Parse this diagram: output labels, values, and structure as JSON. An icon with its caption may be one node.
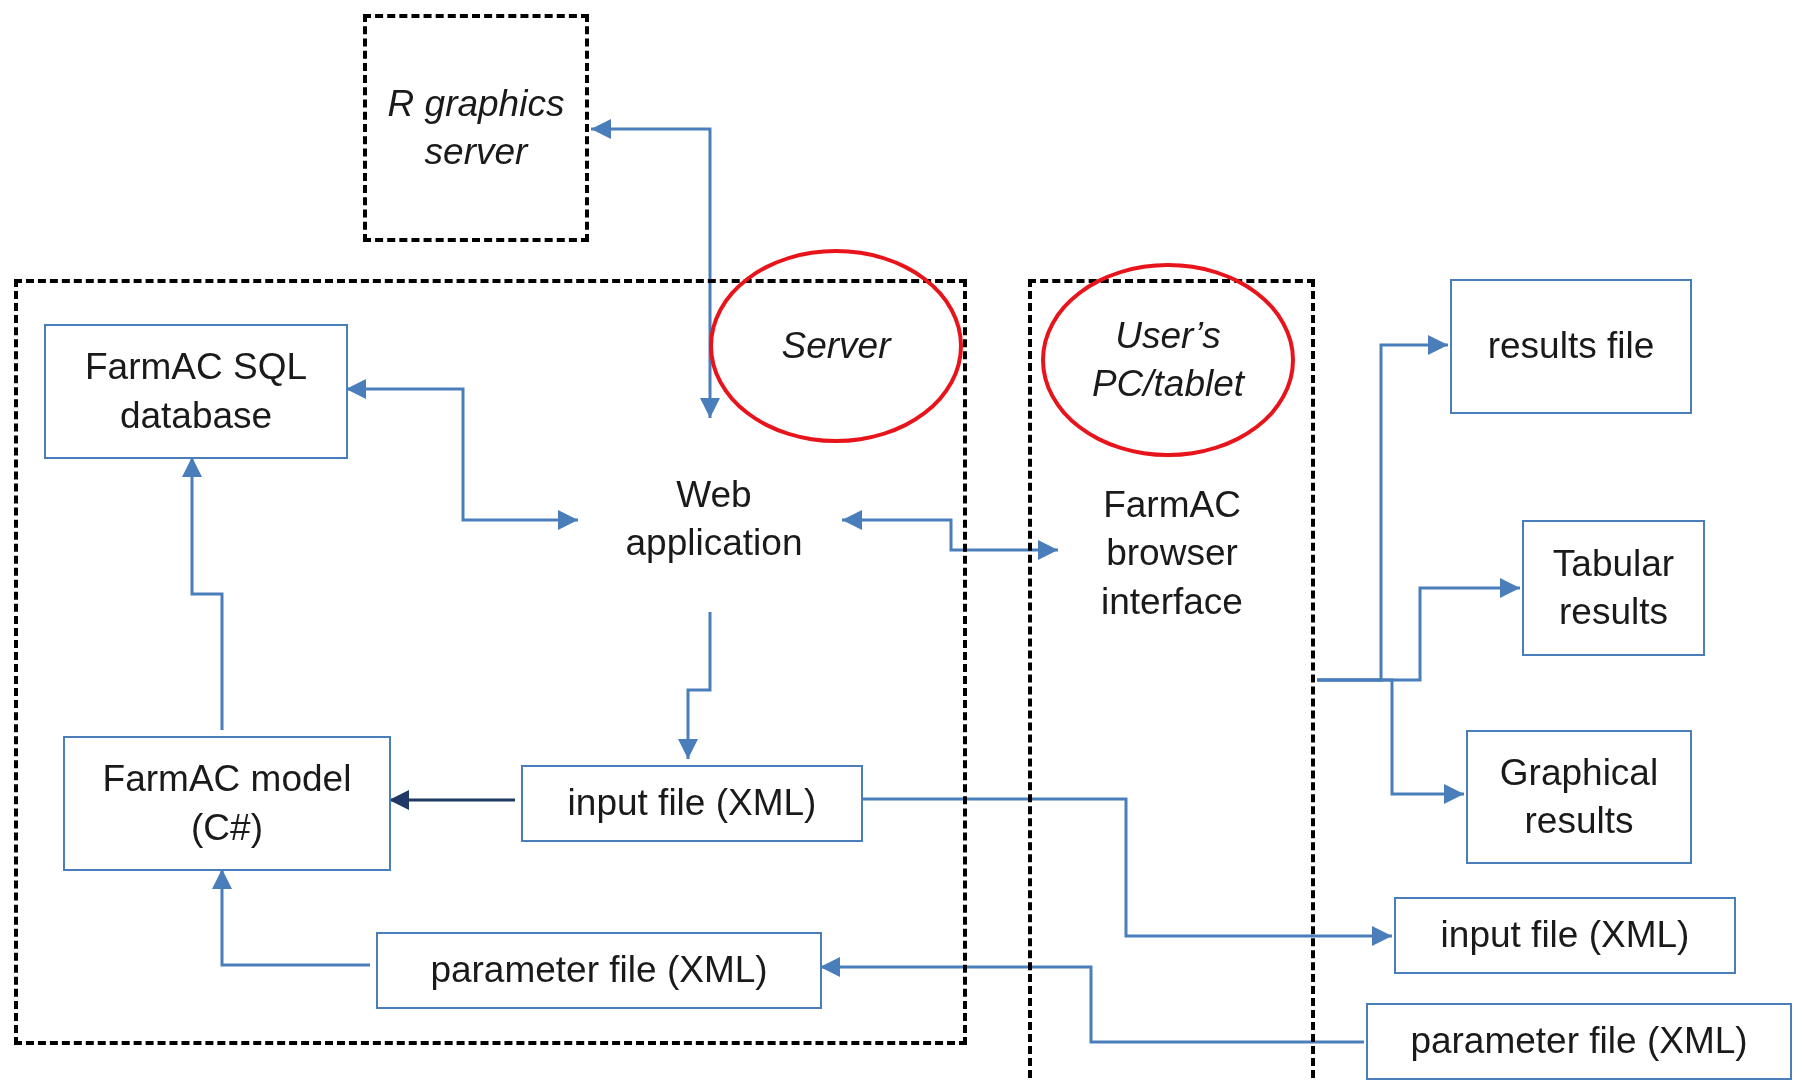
{
  "diagram": {
    "nodes": [
      {
        "text": [
          "R graphics server"
        ]
      },
      {
        "text": [],
        "shape": "box"
      },
      {
        "text": [
          "Server"
        ]
      },
      {
        "text": [
          "FarmAC SQL database"
        ],
        "in": 1
      },
      {
        "text": [
          "Web application"
        ],
        "in": 1
      },
      {
        "text": [
          "FarmAC model (C#)"
        ],
        "in": 1
      },
      {
        "text": [
          "input file (XML)"
        ],
        "in": 1
      },
      {
        "text": [
          "parameter file (XML)"
        ],
        "in": 1
      },
      {
        "text": [],
        "shape": "box"
      },
      {
        "text": [
          "User’s PC/tablet"
        ]
      },
      {
        "text": [
          "FarmAC browser interface"
        ],
        "in": 8
      },
      {
        "text": [
          "results file"
        ]
      },
      {
        "text": [
          "Tabular results"
        ]
      },
      {
        "text": [
          "Graphical results"
        ]
      },
      {
        "text": [
          "input file (XML)"
        ]
      },
      {
        "text": [
          "parameter file (XML)"
        ]
      }
    ],
    "edges": [
      {
        "from": 4,
        "to": 0,
        "arrow": "both"
      },
      {
        "from": 3,
        "to": 4,
        "arrow": "both"
      },
      {
        "from": 4,
        "to": 10,
        "arrow": "both"
      },
      {
        "from": 4,
        "to": 6,
        "arrow": "to"
      },
      {
        "from": 6,
        "to": 5,
        "arrow": "to",
        "color": "#203864"
      },
      {
        "from": 5,
        "to": 3,
        "arrow": "to"
      },
      {
        "from": 7,
        "to": 5,
        "arrow": "to"
      },
      {
        "from": 6,
        "to": 14,
        "arrow": "to"
      },
      {
        "from": 15,
        "to": 7,
        "arrow": "to"
      },
      {
        "from": 8,
        "to": 11,
        "arrow": "to"
      },
      {
        "from": 8,
        "to": 12,
        "arrow": "to"
      },
      {
        "from": 8,
        "to": 13,
        "arrow": "to"
      }
    ]
  }
}
